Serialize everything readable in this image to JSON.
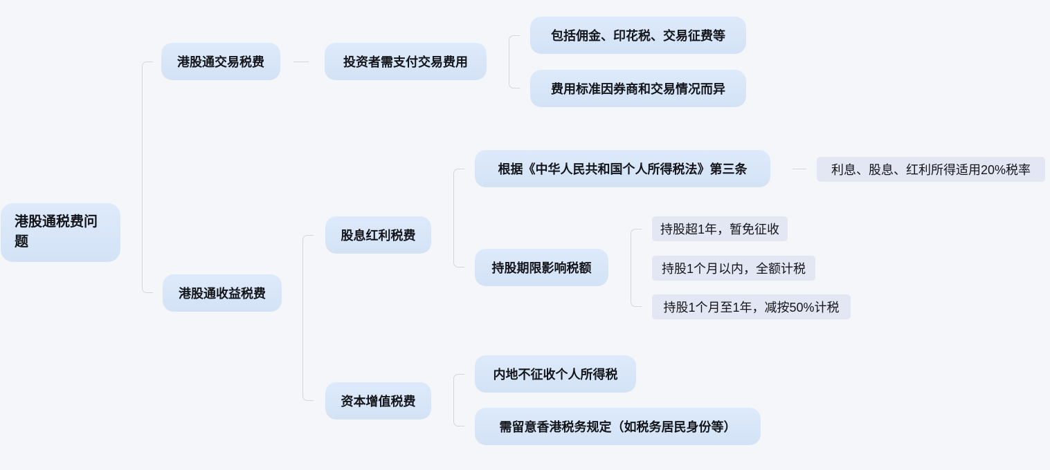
{
  "colors": {
    "background": "#f5f6f9",
    "node_fill_top": "#dceafb",
    "node_fill_bottom": "#d4e2f6",
    "leaf_fill": "#e3e6f3",
    "connector_line": "#d3d5d9",
    "text": "#13151a"
  },
  "tree": {
    "root": {
      "label": "港股通税费问题",
      "children": [
        {
          "label": "港股通交易税费",
          "children": [
            {
              "label": "投资者需支付交易费用",
              "children": [
                {
                  "label": "包括佣金、印花税、交易征费等"
                },
                {
                  "label": "费用标准因券商和交易情况而异"
                }
              ]
            }
          ]
        },
        {
          "label": "港股通收益税费",
          "children": [
            {
              "label": "股息红利税费",
              "children": [
                {
                  "label": "根据《中华人民共和国个人所得税法》第三条",
                  "children": [
                    {
                      "label": "利息、股息、红利所得适用20%税率"
                    }
                  ]
                },
                {
                  "label": "持股期限影响税额",
                  "children": [
                    {
                      "label": "持股超1年，暂免征收"
                    },
                    {
                      "label": "持股1个月以内，全额计税"
                    },
                    {
                      "label": "持股1个月至1年，减按50%计税"
                    }
                  ]
                }
              ]
            },
            {
              "label": "资本增值税费",
              "children": [
                {
                  "label": "内地不征收个人所得税"
                },
                {
                  "label": "需留意香港税务规定（如税务居民身份等）"
                }
              ]
            }
          ]
        }
      ]
    }
  }
}
